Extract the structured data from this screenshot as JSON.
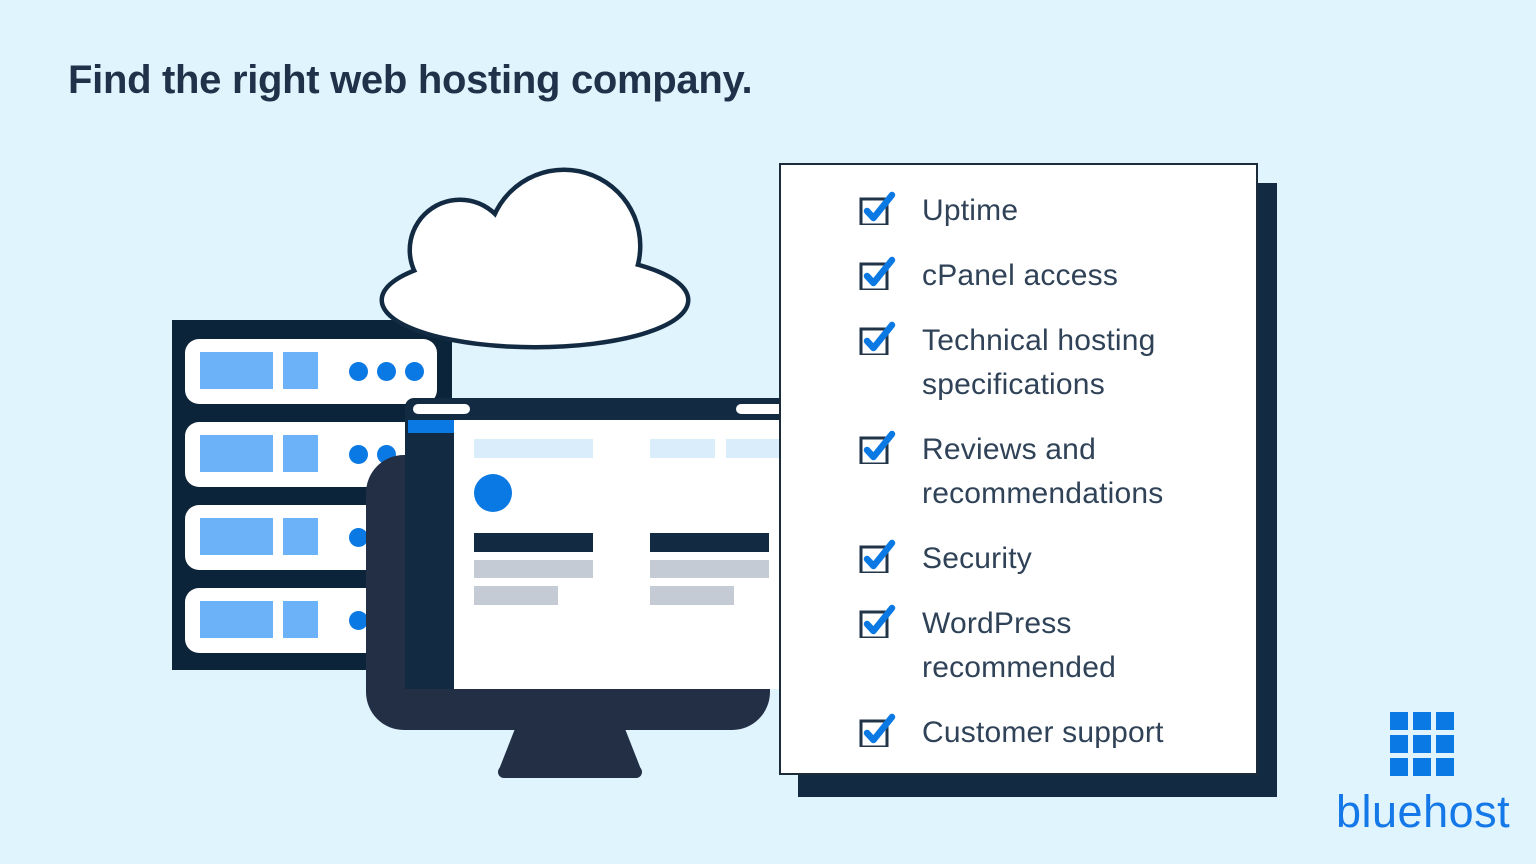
{
  "title": "Find the right web hosting company.",
  "checklist": {
    "items": [
      {
        "label": "Uptime",
        "lines": [
          "Uptime"
        ],
        "checked": true
      },
      {
        "label": "cPanel access",
        "lines": [
          "cPanel access"
        ],
        "checked": true
      },
      {
        "label": "Technical hosting specifications",
        "lines": [
          "Technical hosting",
          "specifications"
        ],
        "checked": true
      },
      {
        "label": "Reviews and recommendations",
        "lines": [
          "Reviews and",
          "recommendations"
        ],
        "checked": true
      },
      {
        "label": "Security",
        "lines": [
          "Security"
        ],
        "checked": true
      },
      {
        "label": "WordPress recommended",
        "lines": [
          "WordPress",
          "recommended"
        ],
        "checked": true
      },
      {
        "label": "Customer support",
        "lines": [
          "Customer support"
        ],
        "checked": true
      }
    ]
  },
  "logo": {
    "wordmark": "bluehost",
    "grid_rows": 3,
    "grid_cols": 3
  },
  "illustration": {
    "server_count": 4,
    "dots_per_server": 3
  },
  "colors": {
    "background": "#e0f4fd",
    "navy_dark": "#0c2439",
    "navy": "#132b42",
    "monitor_navy": "#222f45",
    "accent_blue": "#0b79e3",
    "light_blue": "#6cb2f8",
    "pale_blue": "#d9edfb",
    "placeholder_gray": "#c4cbd4",
    "text_dark": "#2f4257",
    "title_color": "#1f3249",
    "logo_blue": "#1478e8"
  }
}
